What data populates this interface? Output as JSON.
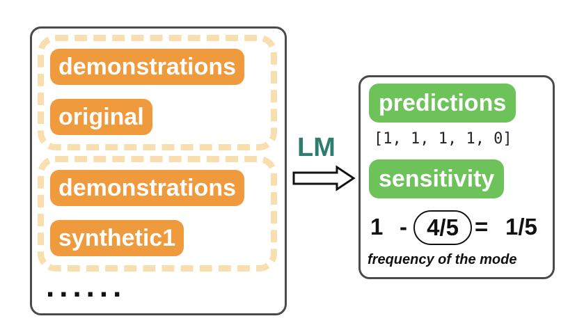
{
  "input_panel": {
    "group1": {
      "item1": "demonstrations",
      "item2": "original"
    },
    "group2": {
      "item1": "demonstrations",
      "item2": "synthetic1"
    },
    "ellipsis": "......"
  },
  "arrow_label": "LM",
  "output_panel": {
    "predictions_label": "predictions",
    "predictions_values": "[1, 1, 1, 1, 0]",
    "sensitivity_label": "sensitivity",
    "equation": {
      "lhs": "1",
      "minus": "-",
      "circled": "4/5",
      "equals": "=",
      "result": "1/5"
    },
    "caption": "frequency of the mode"
  },
  "colors": {
    "panel_border": "#4a4a4a",
    "dashed_group": "#f9dfb0",
    "orange_pill": "#ef9a3c",
    "green_pill": "#6dc35a",
    "lm_text": "#2f7d6f"
  }
}
